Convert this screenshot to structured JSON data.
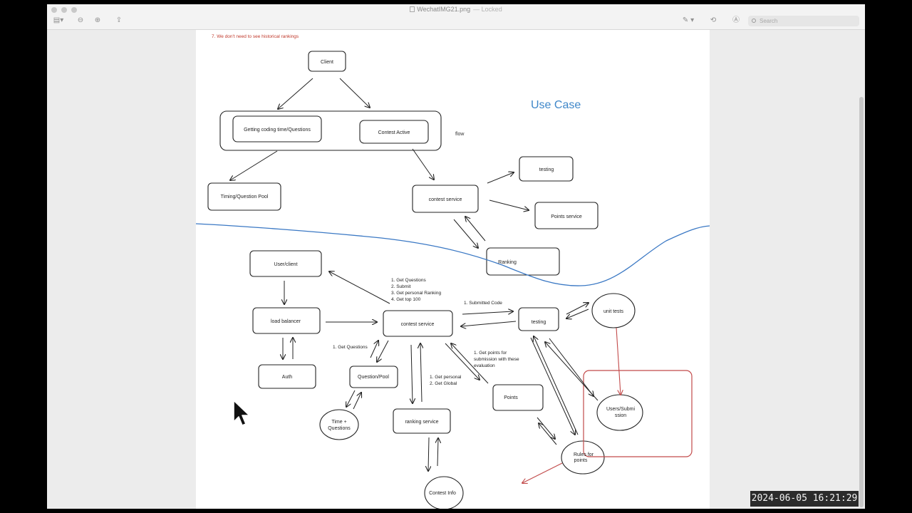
{
  "window": {
    "title": "WechatIMG21.png",
    "locked": "— Locked",
    "search_placeholder": "Search"
  },
  "diagram": {
    "note": "7. We don't need to see historical rankings",
    "use_case_label": "Use Case",
    "flow_label": "flow",
    "top": {
      "client": "Client",
      "getting_coding": "Getting coding time/Questions",
      "contest_active": "Contest Active",
      "timing_pool": "Timing/Question Pool",
      "contest_service": "contest service",
      "testing": "testing",
      "points_service": "Points service",
      "ranking": "Ranking"
    },
    "bottom": {
      "user_client": "User/client",
      "load_balancer": "load balancer",
      "auth": "Auth",
      "contest_service": "contest service",
      "question_pool": "Question/Pool",
      "time_questions_1": "Time +",
      "time_questions_2": "Questions",
      "ranking_service": "ranking service",
      "contest_info": "Contest Info",
      "points": "Points",
      "testing": "testing",
      "unit_tests": "unit tests",
      "users_submission_1": "Users/Submi",
      "users_submission_2": "ssion",
      "rules_points_1": "Rules for",
      "rules_points_2": "points",
      "list_1": "1. Get Questions",
      "list_2": "2. Submit",
      "list_3": "3. Get personal Ranking",
      "list_4": "4. Get top 100",
      "submitted_code": "1. Submitted Code",
      "get_questions": "1. Get Questions",
      "get_personal": "1. Get personal",
      "get_global": "2. Get Global",
      "points_note_1": "1. Get points for",
      "points_note_2": "submission with these",
      "points_note_3": "evaluation"
    }
  },
  "timestamp": "2024-06-05  16:21:29",
  "colors": {
    "note_red": "#c0392b",
    "use_case_blue": "#3f87c9",
    "wave_blue": "#3a78c4",
    "highlight_red": "#c24a4a"
  }
}
